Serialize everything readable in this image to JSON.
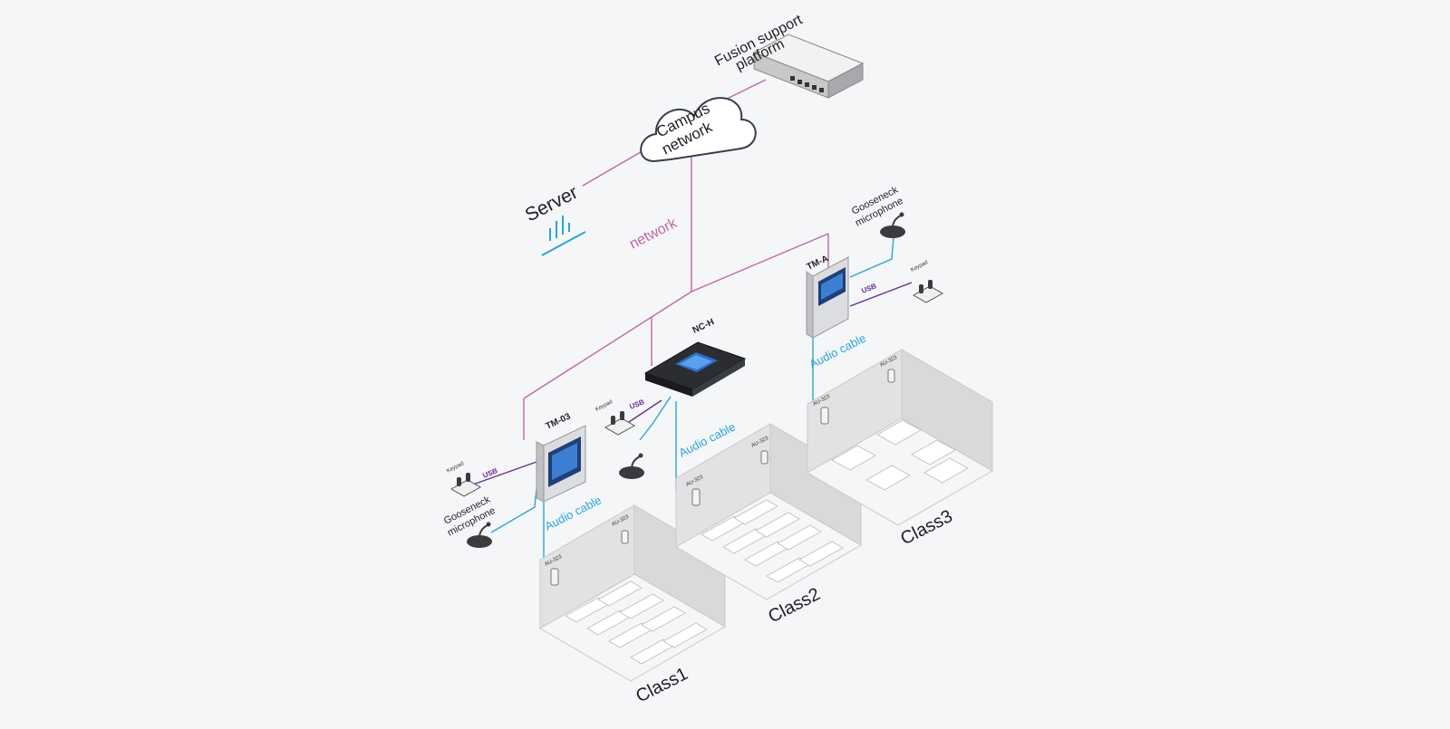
{
  "labels": {
    "fusion_line1": "Fusion support",
    "fusion_line2": "platform",
    "campus_line1": "Campus",
    "campus_line2": "network",
    "server": "Server",
    "network": "network",
    "tm_a": "TM-A",
    "nc_h": "NC-H",
    "tm_03": "TM-03",
    "usb_right": "USB",
    "usb_mid": "USB",
    "usb_left": "USB",
    "gooseneck_right_1": "Gooseneck",
    "gooseneck_right_2": "microphone",
    "gooseneck_left_1": "Gooseneck",
    "gooseneck_left_2": "microphone",
    "keypad_right": "Keypad",
    "keypad_mid": "Keypad",
    "keypad_left": "Keypad",
    "audio_cable_1": "Audio cable",
    "audio_cable_2": "Audio cable",
    "audio_cable_3": "Audio cable",
    "au_1a": "AU-323",
    "au_1b": "AU-323",
    "au_2a": "AU-323",
    "au_2b": "AU-323",
    "au_3a": "AU-323",
    "au_3b": "AU-323",
    "class1": "Class1",
    "class2": "Class2",
    "class3": "Class3"
  },
  "colors": {
    "network_line": "#c266a8",
    "audio_line": "#2aa4d8",
    "usb_line": "#6a2c8f",
    "server_icon": "#2aa4d8",
    "room_fill": "#e4e4e6",
    "room_edge": "#c9c9cc"
  }
}
